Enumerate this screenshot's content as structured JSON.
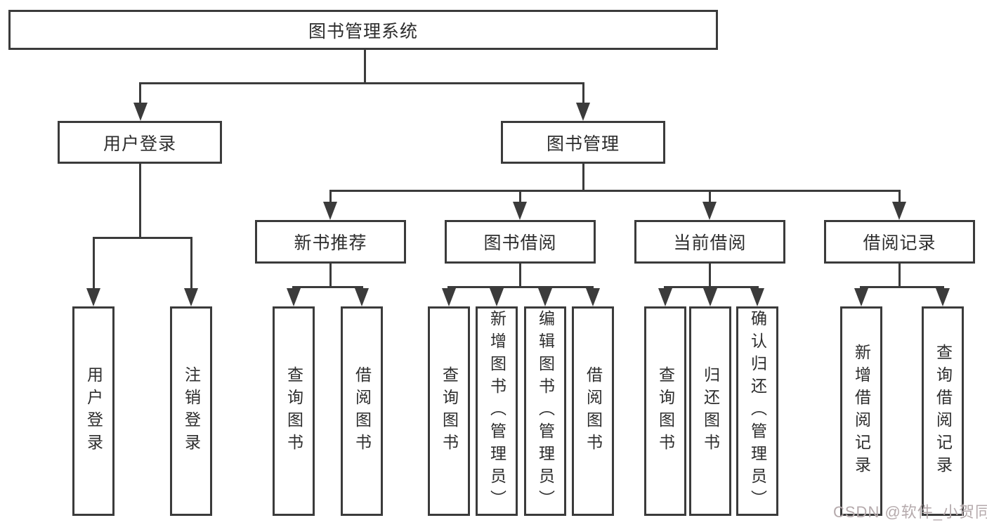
{
  "diagram": {
    "type": "hierarchy-tree",
    "colors": {
      "line": "#3b3b3b",
      "box_border": "#3b3b3b",
      "box_fill": "#ffffff",
      "text": "#2d2d2d",
      "watermark": "#b5aaac"
    },
    "root": {
      "label": "图书管理系统",
      "children": [
        {
          "label": "用户登录",
          "children": [
            {
              "label": "用户登录"
            },
            {
              "label": "注销登录"
            }
          ]
        },
        {
          "label": "图书管理",
          "children": [
            {
              "label": "新书推荐",
              "children": [
                {
                  "label": "查询图书"
                },
                {
                  "label": "借阅图书"
                }
              ]
            },
            {
              "label": "图书借阅",
              "children": [
                {
                  "label": "查询图书"
                },
                {
                  "label": "新增图书（管理员）"
                },
                {
                  "label": "编辑图书（管理员）"
                },
                {
                  "label": "借阅图书"
                }
              ]
            },
            {
              "label": "当前借阅",
              "children": [
                {
                  "label": "查询图书"
                },
                {
                  "label": "归还图书"
                },
                {
                  "label": "确认归还（管理员）"
                }
              ]
            },
            {
              "label": "借阅记录",
              "children": [
                {
                  "label": "新增借阅记录"
                },
                {
                  "label": "查询借阅记录"
                }
              ]
            }
          ]
        }
      ]
    }
  },
  "watermark": {
    "text": "CSDN @软件_小贺同学"
  }
}
